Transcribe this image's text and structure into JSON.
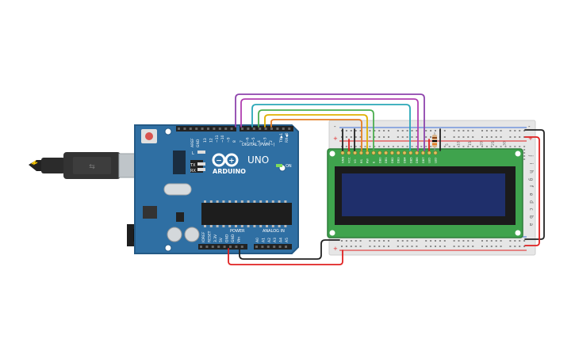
{
  "board": {
    "brand": "ARDUINO",
    "model": "UNO",
    "tm": "TM",
    "digital_label": "DIGITAL (PWM~)",
    "analog_label": "ANALOG IN",
    "power_label": "POWER",
    "on_label": "ON",
    "led_l": "L",
    "led_tx": "TX",
    "led_rx": "RX",
    "aref": "AREF",
    "gnd": "GND",
    "tx_pin": "TX▶1",
    "rx_pin": "RX◀0",
    "digital_pins_left": [
      "13",
      "12",
      "~11",
      "~10",
      "~9",
      "8"
    ],
    "digital_pins_right": [
      "7",
      "~6",
      "~5",
      "4",
      "~3",
      "2"
    ],
    "power_pins": [
      "IOREF",
      "RESET",
      "3.3V",
      "5V",
      "GND",
      "GND",
      "Vin"
    ],
    "analog_pins": [
      "A0",
      "A1",
      "A2",
      "A3",
      "A4",
      "A5"
    ]
  },
  "lcd": {
    "pin_labels": [
      "GND",
      "VCC",
      "V0",
      "RS",
      "RW",
      "E",
      "DB0",
      "DB1",
      "DB2",
      "DB3",
      "DB4",
      "DB5",
      "DB6",
      "DB7",
      "LED",
      "LED"
    ]
  },
  "breadboard": {
    "plus": "+",
    "minus": "-",
    "row_letters_right": [
      "j",
      "i",
      "h",
      "g",
      "f",
      "e",
      "d",
      "c",
      "b",
      "a"
    ],
    "col_numbers": [
      "5",
      "10",
      "15",
      "20",
      "25",
      "30"
    ]
  },
  "colors": {
    "board": "#2f6fa3",
    "board_dark": "#245a86",
    "lcd_pcb": "#3fa34d",
    "lcd_screen": "#1f2f6b",
    "wire_purple": "#8e44ad",
    "wire_magenta": "#b03fb0",
    "wire_teal": "#2aa8b8",
    "wire_green": "#4caf50",
    "wire_yellow": "#e0b000",
    "wire_orange": "#e67e22",
    "wire_red": "#e02020",
    "wire_black": "#222222"
  }
}
